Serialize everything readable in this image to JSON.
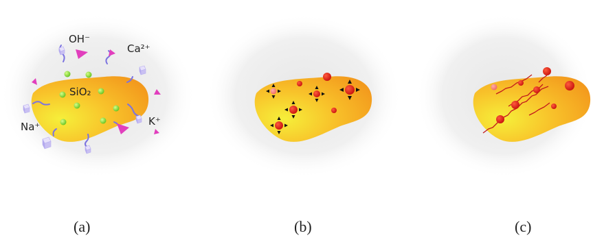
{
  "panels": [
    {
      "caption": "(a)",
      "labels": {
        "oh": "OH⁻",
        "ca": "Ca²⁺",
        "sio2": "SiO₂",
        "na": "Na⁺",
        "k": "K⁺"
      }
    },
    {
      "caption": "(b)"
    },
    {
      "caption": "(c)"
    }
  ],
  "colors": {
    "particle_inner": "#f6ef3a",
    "particle_outer": "#f5a21f",
    "halo": "#e9e9e9",
    "green_dot": "#9fe04a",
    "red_dot": "#e4241b",
    "crack": "#c2181b",
    "ion_triangle": "#e13fbd",
    "ion_cube": "#d6cff5",
    "ion_tail": "#7b73e0"
  }
}
